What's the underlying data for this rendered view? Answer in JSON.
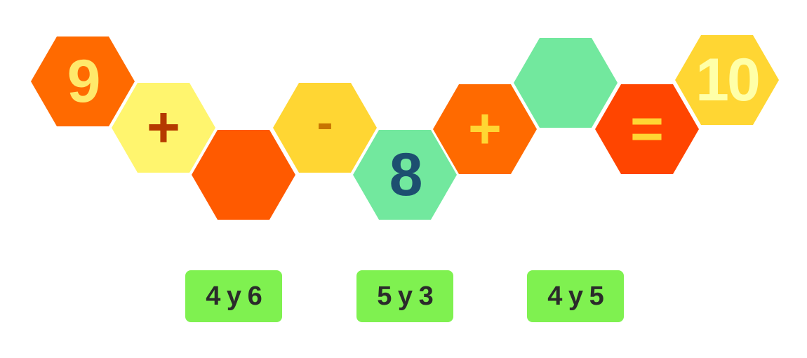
{
  "tiles": [
    {
      "id": "num-9",
      "kind": "number",
      "text": "9",
      "bg": "#ff6a00",
      "fg": "#ffe96b"
    },
    {
      "id": "op-plus-1",
      "kind": "operator",
      "text": "+",
      "bg": "#fff56e",
      "fg": "#b53a00"
    },
    {
      "id": "blank-1",
      "kind": "blank",
      "text": "",
      "bg": "#ff5a00",
      "fg": "#ffffff"
    },
    {
      "id": "op-minus",
      "kind": "operator",
      "text": "-",
      "bg": "#ffd633",
      "fg": "#c77400"
    },
    {
      "id": "num-8",
      "kind": "number",
      "text": "8",
      "bg": "#72e89e",
      "fg": "#1d4f70"
    },
    {
      "id": "op-plus-2",
      "kind": "operator",
      "text": "+",
      "bg": "#ff6a00",
      "fg": "#ffd633"
    },
    {
      "id": "blank-2",
      "kind": "blank",
      "text": "",
      "bg": "#72e89e",
      "fg": "#ffffff"
    },
    {
      "id": "op-equals",
      "kind": "operator",
      "text": "=",
      "bg": "#ff4500",
      "fg": "#ffd633"
    },
    {
      "id": "num-10",
      "kind": "number",
      "text": "10",
      "bg": "#ffd633",
      "fg": "#ffffa8"
    }
  ],
  "options": [
    {
      "label": "4 y 6"
    },
    {
      "label": "5 y 3"
    },
    {
      "label": "4 y 5"
    }
  ]
}
